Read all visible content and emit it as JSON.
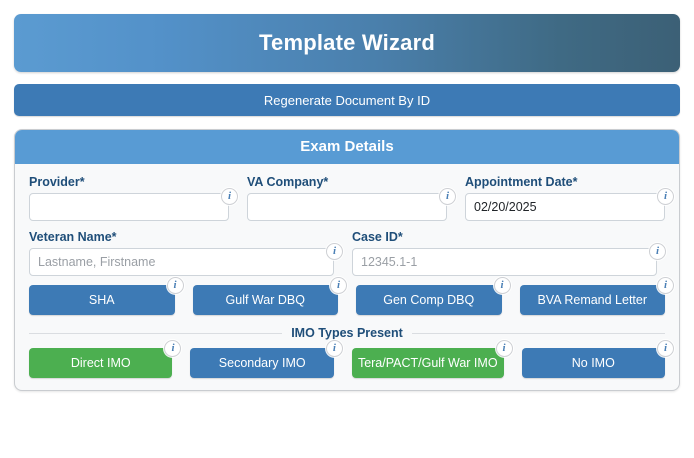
{
  "header": {
    "title": "Template Wizard"
  },
  "regenerate": {
    "label": "Regenerate Document By ID"
  },
  "exam_details": {
    "section_title": "Exam Details",
    "fields": [
      {
        "label": "Provider*",
        "value": "",
        "placeholder": "",
        "info_icon": "info-icon"
      },
      {
        "label": "VA Company*",
        "value": "",
        "placeholder": "",
        "info_icon": "info-icon"
      },
      {
        "label": "Appointment Date*",
        "value": "02/20/2025",
        "placeholder": "",
        "info_icon": "info-icon"
      },
      {
        "label": "Veteran Name*",
        "value": "",
        "placeholder": "Lastname, Firstname",
        "info_icon": "info-icon"
      },
      {
        "label": "Case ID*",
        "value": "",
        "placeholder": "12345.1-1",
        "info_icon": "info-icon"
      }
    ],
    "doc_buttons": [
      {
        "label": "SHA",
        "state": "inactive",
        "info_icon": "info-icon"
      },
      {
        "label": "Gulf War DBQ",
        "state": "inactive",
        "info_icon": "info-icon"
      },
      {
        "label": "Gen Comp DBQ",
        "state": "inactive",
        "info_icon": "info-icon"
      },
      {
        "label": "BVA Remand Letter",
        "state": "inactive",
        "info_icon": "info-icon"
      }
    ],
    "imo_section": {
      "legend": "IMO Types Present",
      "buttons": [
        {
          "label": "Direct IMO",
          "state": "active",
          "info_icon": "info-icon"
        },
        {
          "label": "Secondary IMO",
          "state": "inactive",
          "info_icon": "info-icon"
        },
        {
          "label": "Tera/PACT/Gulf War IMO",
          "state": "active",
          "info_icon": "info-icon"
        },
        {
          "label": "No IMO",
          "state": "inactive",
          "info_icon": "info-icon"
        }
      ]
    }
  },
  "colors": {
    "banner_gradient_start": "#5b9bd1",
    "banner_gradient_end": "#3c6076",
    "section_header": "#589bd4",
    "primary_blue": "#3d7ab5",
    "active_green": "#4caf50",
    "label_navy": "#1f4e79",
    "card_background": "#f8f9fa"
  },
  "icon_glyph": {
    "info": "i"
  }
}
